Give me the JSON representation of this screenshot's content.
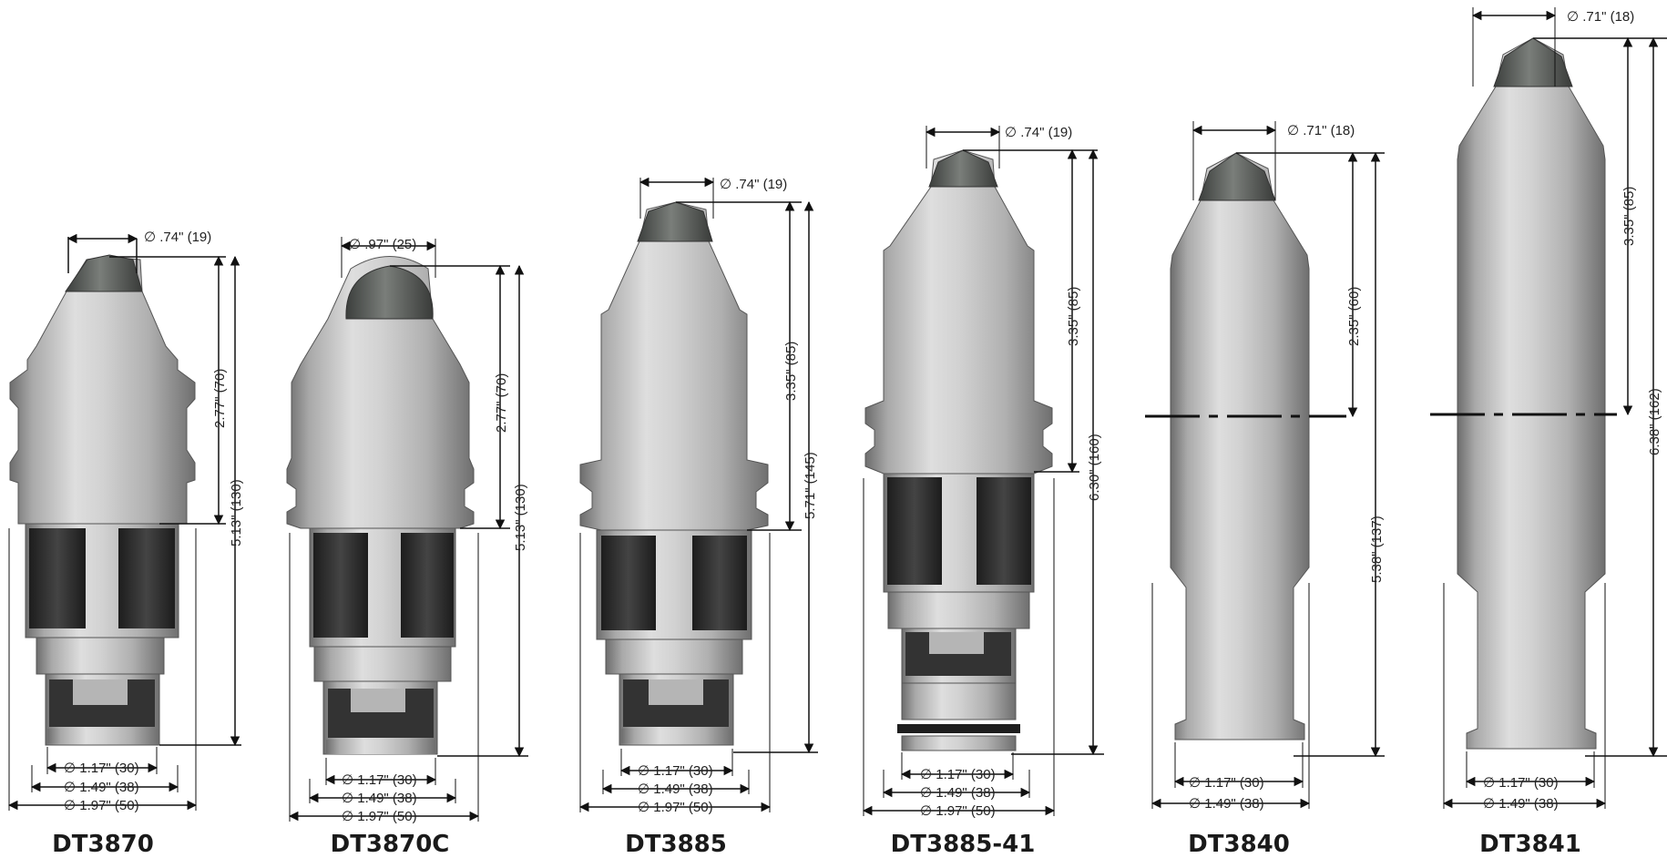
{
  "tools": [
    {
      "model": "DT3870",
      "tip_diameter": "∅ .74\" (19)",
      "head_length": "2.77\" (70)",
      "overall_length": "5.13\" (130)",
      "shank_diameters": [
        "∅ 1.17\" (30)",
        "∅ 1.49\" (38)",
        "∅ 1.97\" (50)"
      ]
    },
    {
      "model": "DT3870C",
      "tip_diameter": "∅ .97\" (25)",
      "head_length": "2.77\" (70)",
      "overall_length": "5.13\" (130)",
      "shank_diameters": [
        "∅ 1.17\" (30)",
        "∅ 1.49\" (38)",
        "∅ 1.97\" (50)"
      ]
    },
    {
      "model": "DT3885",
      "tip_diameter": "∅ .74\" (19)",
      "head_length": "3.35\" (85)",
      "overall_length": "5.71\" (145)",
      "shank_diameters": [
        "∅ 1.17\" (30)",
        "∅ 1.49\" (38)",
        "∅ 1.97\" (50)"
      ]
    },
    {
      "model": "DT3885-41",
      "tip_diameter": "∅ .74\" (19)",
      "head_length": "3.35\" (85)",
      "overall_length": "6.30\" (160)",
      "shank_diameters": [
        "∅ 1.17\" (30)",
        "∅ 1.49\" (38)",
        "∅ 1.97\" (50)"
      ]
    },
    {
      "model": "DT3840",
      "tip_diameter": "∅ .71\" (18)",
      "head_length": "2.35\" (60)",
      "overall_length": "5.38\" (137)",
      "shank_diameters": [
        "∅ 1.17\" (30)",
        "∅ 1.49\" (38)"
      ]
    },
    {
      "model": "DT3841",
      "tip_diameter": "∅ .71\" (18)",
      "head_length": "3.35\" (85)",
      "overall_length": "6.38\" (162)",
      "shank_diameters": [
        "∅ 1.17\" (30)",
        "∅ 1.49\" (38)"
      ]
    }
  ]
}
